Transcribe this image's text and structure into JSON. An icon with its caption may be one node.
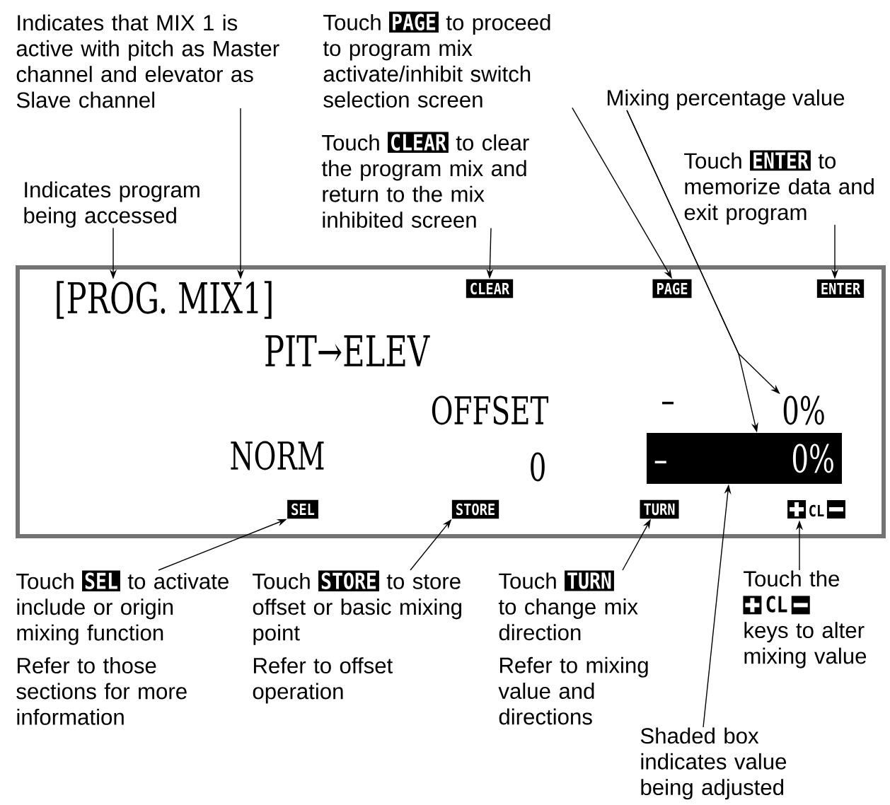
{
  "diagram": {
    "nodes": [
      {
        "text": [
          "Indicates that MIX 1 is active with pitch as Master channel and elevator as Slave channel"
        ]
      },
      {
        "text": [
          "Touch",
          "PAGE",
          "to proceed to program mix activate/inhibit switch selection screen"
        ]
      },
      {
        "text": [
          "Mixing percentage value"
        ]
      },
      {
        "text": [
          "Indicates program being accessed"
        ]
      },
      {
        "text": [
          "Touch",
          "CLEAR",
          "to clear the program mix and return to the mix inhibited screen"
        ]
      },
      {
        "text": [
          "Touch",
          "ENTER",
          "to memorize data and exit program"
        ]
      },
      {
        "text": [],
        "shape": "box"
      },
      {
        "text": [
          "[PROG. MIX1]"
        ],
        "in": 6
      },
      {
        "text": [
          "CLEAR"
        ],
        "in": 6
      },
      {
        "text": [
          "PAGE"
        ],
        "in": 6
      },
      {
        "text": [
          "ENTER"
        ],
        "in": 6
      },
      {
        "text": [
          "PIT→ELEV"
        ],
        "in": 6
      },
      {
        "text": [
          "OFFSET"
        ],
        "in": 6
      },
      {
        "text": [
          "–"
        ],
        "in": 6
      },
      {
        "text": [
          "0%"
        ],
        "in": 6
      },
      {
        "text": [
          "NORM"
        ],
        "in": 6
      },
      {
        "text": [
          "0"
        ],
        "in": 6
      },
      {
        "text": [
          "–",
          "0%"
        ],
        "in": 6
      },
      {
        "text": [
          "SEL"
        ],
        "in": 6
      },
      {
        "text": [
          "STORE"
        ],
        "in": 6
      },
      {
        "text": [
          "TURN"
        ],
        "in": 6
      },
      {
        "text": [
          "CL"
        ],
        "in": 6
      },
      {
        "text": [
          "Touch",
          "SEL",
          "to activate include or origin mixing function",
          "Refer to those sections for more information"
        ]
      },
      {
        "text": [
          "Touch",
          "STORE",
          "to store offset or basic mixing point",
          "Refer to offset operation"
        ]
      },
      {
        "text": [
          "Touch",
          "TURN",
          "to change mix direction",
          "Refer to mixing value and directions"
        ]
      },
      {
        "text": [
          "Touch the",
          "CL",
          "keys to alter mixing value"
        ]
      },
      {
        "text": [
          "Shaded box indicates value being adjusted"
        ]
      }
    ],
    "edges": [
      {
        "from": 3,
        "to": 7,
        "arrow": "to"
      },
      {
        "from": 0,
        "to": 7,
        "arrow": "to"
      },
      {
        "from": 4,
        "to": 8,
        "arrow": "to"
      },
      {
        "from": 1,
        "to": 9,
        "arrow": "to"
      },
      {
        "from": 5,
        "to": 10,
        "arrow": "to"
      },
      {
        "from": 2,
        "to": 14,
        "arrow": "to"
      },
      {
        "from": 2,
        "to": 17,
        "arrow": "to"
      },
      {
        "from": 22,
        "to": 18,
        "arrow": "to"
      },
      {
        "from": 23,
        "to": 19,
        "arrow": "to"
      },
      {
        "from": 24,
        "to": 20,
        "arrow": "to"
      },
      {
        "from": 25,
        "to": 21,
        "arrow": "to"
      },
      {
        "from": 26,
        "to": 17,
        "arrow": "to"
      }
    ]
  }
}
